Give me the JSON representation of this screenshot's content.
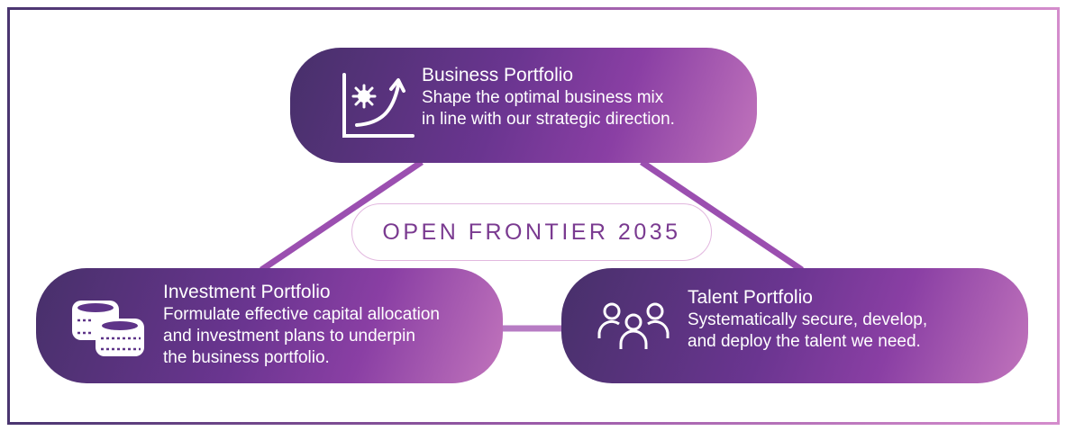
{
  "center_label": "OPEN FRONTIER 2035",
  "colors": {
    "line": "#9b4fb0",
    "label": "#7a3a90",
    "pill_start": "#47306a",
    "pill_end": "#c174bc"
  },
  "nodes": {
    "business": {
      "title": "Business Portfolio",
      "lines": [
        "Shape the optimal business mix",
        "in line with our strategic direction."
      ],
      "icon": "growth-chart-icon"
    },
    "investment": {
      "title": "Investment Portfolio",
      "lines": [
        "Formulate effective capital allocation",
        "and investment plans to underpin",
        "the business portfolio."
      ],
      "icon": "coins-icon"
    },
    "talent": {
      "title": "Talent Portfolio",
      "lines": [
        "Systematically secure, develop,",
        "and deploy the talent we need."
      ],
      "icon": "people-group-icon"
    }
  }
}
